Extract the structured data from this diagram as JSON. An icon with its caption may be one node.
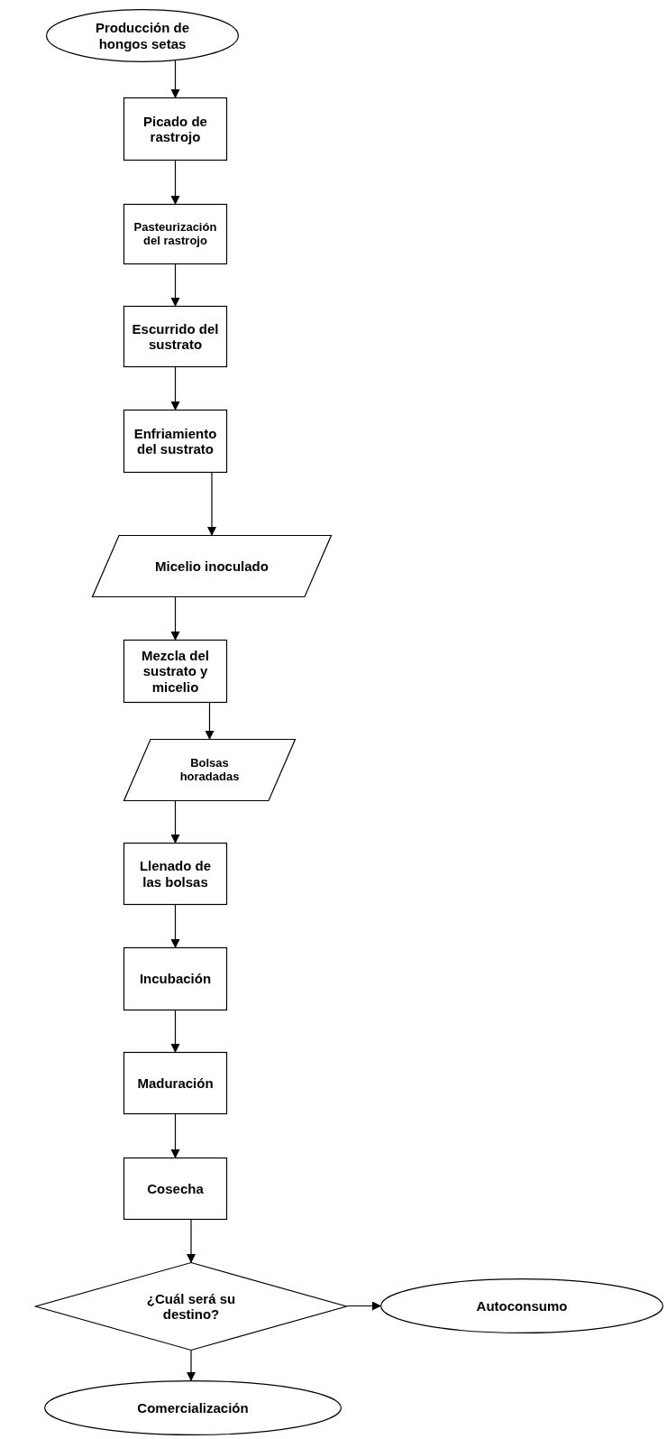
{
  "diagram": {
    "nodes": [
      {
        "text": [
          "Producción de hongos setas"
        ]
      },
      {
        "text": [
          "Picado de rastrojo"
        ]
      },
      {
        "text": [
          "Pasteurización del rastrojo"
        ]
      },
      {
        "text": [
          "Escurrido del sustrato"
        ]
      },
      {
        "text": [
          "Enfriamiento del sustrato"
        ]
      },
      {
        "text": [
          "Micelio inoculado"
        ]
      },
      {
        "text": [
          "Mezcla del sustrato y micelio"
        ]
      },
      {
        "text": [
          "Bolsas horadadas"
        ]
      },
      {
        "text": [
          "Llenado de las bolsas"
        ]
      },
      {
        "text": [
          "Incubación"
        ]
      },
      {
        "text": [
          "Maduración"
        ]
      },
      {
        "text": [
          "Cosecha"
        ]
      },
      {
        "text": [
          "¿Cuál será su destino?"
        ]
      },
      {
        "text": [
          "Autoconsumo"
        ]
      },
      {
        "text": [
          "Comercialización"
        ]
      }
    ],
    "edges": [
      {
        "from": 0,
        "to": 1,
        "arrow": "to"
      },
      {
        "from": 1,
        "to": 2,
        "arrow": "to"
      },
      {
        "from": 2,
        "to": 3,
        "arrow": "to"
      },
      {
        "from": 3,
        "to": 4,
        "arrow": "to"
      },
      {
        "from": 4,
        "to": 5,
        "arrow": "to"
      },
      {
        "from": 5,
        "to": 6,
        "arrow": "to"
      },
      {
        "from": 6,
        "to": 7,
        "arrow": "to"
      },
      {
        "from": 7,
        "to": 8,
        "arrow": "to"
      },
      {
        "from": 8,
        "to": 9,
        "arrow": "to"
      },
      {
        "from": 9,
        "to": 10,
        "arrow": "to"
      },
      {
        "from": 10,
        "to": 11,
        "arrow": "to"
      },
      {
        "from": 11,
        "to": 12,
        "arrow": "to"
      },
      {
        "from": 12,
        "to": 13,
        "arrow": "to"
      },
      {
        "from": 12,
        "to": 14,
        "arrow": "to"
      }
    ]
  }
}
